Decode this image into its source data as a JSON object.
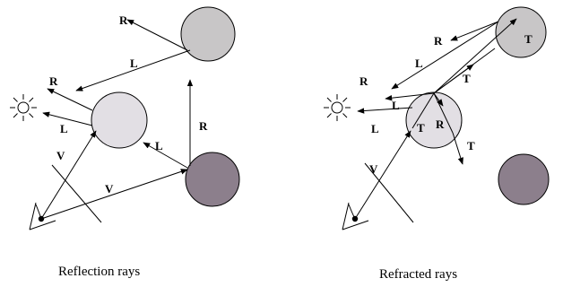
{
  "colors": {
    "light_sphere": "#e2dfe4",
    "mid_sphere": "#c8c6c7",
    "dark_sphere": "#8c7f8c",
    "stroke": "#000000",
    "background": "#ffffff"
  },
  "left_panel": {
    "caption": "Reflection rays",
    "labels": {
      "r_top": "R",
      "l_top": "L",
      "r_light": "R",
      "l_light": "L",
      "l_mid": "L",
      "r_right": "R",
      "v_up": "V",
      "v_bottom": "V"
    }
  },
  "right_panel": {
    "caption": "Refracted rays",
    "labels": {
      "r_top": "R",
      "t_top": "T",
      "l_top": "L",
      "r_light": "R",
      "t_mid": "T",
      "l_light": "L",
      "l_low": "L",
      "t_sphere": "T",
      "r_sphere": "R",
      "t_out": "T",
      "v_up": "V"
    }
  },
  "icons": [
    "eye-icon",
    "light-source-icon"
  ]
}
